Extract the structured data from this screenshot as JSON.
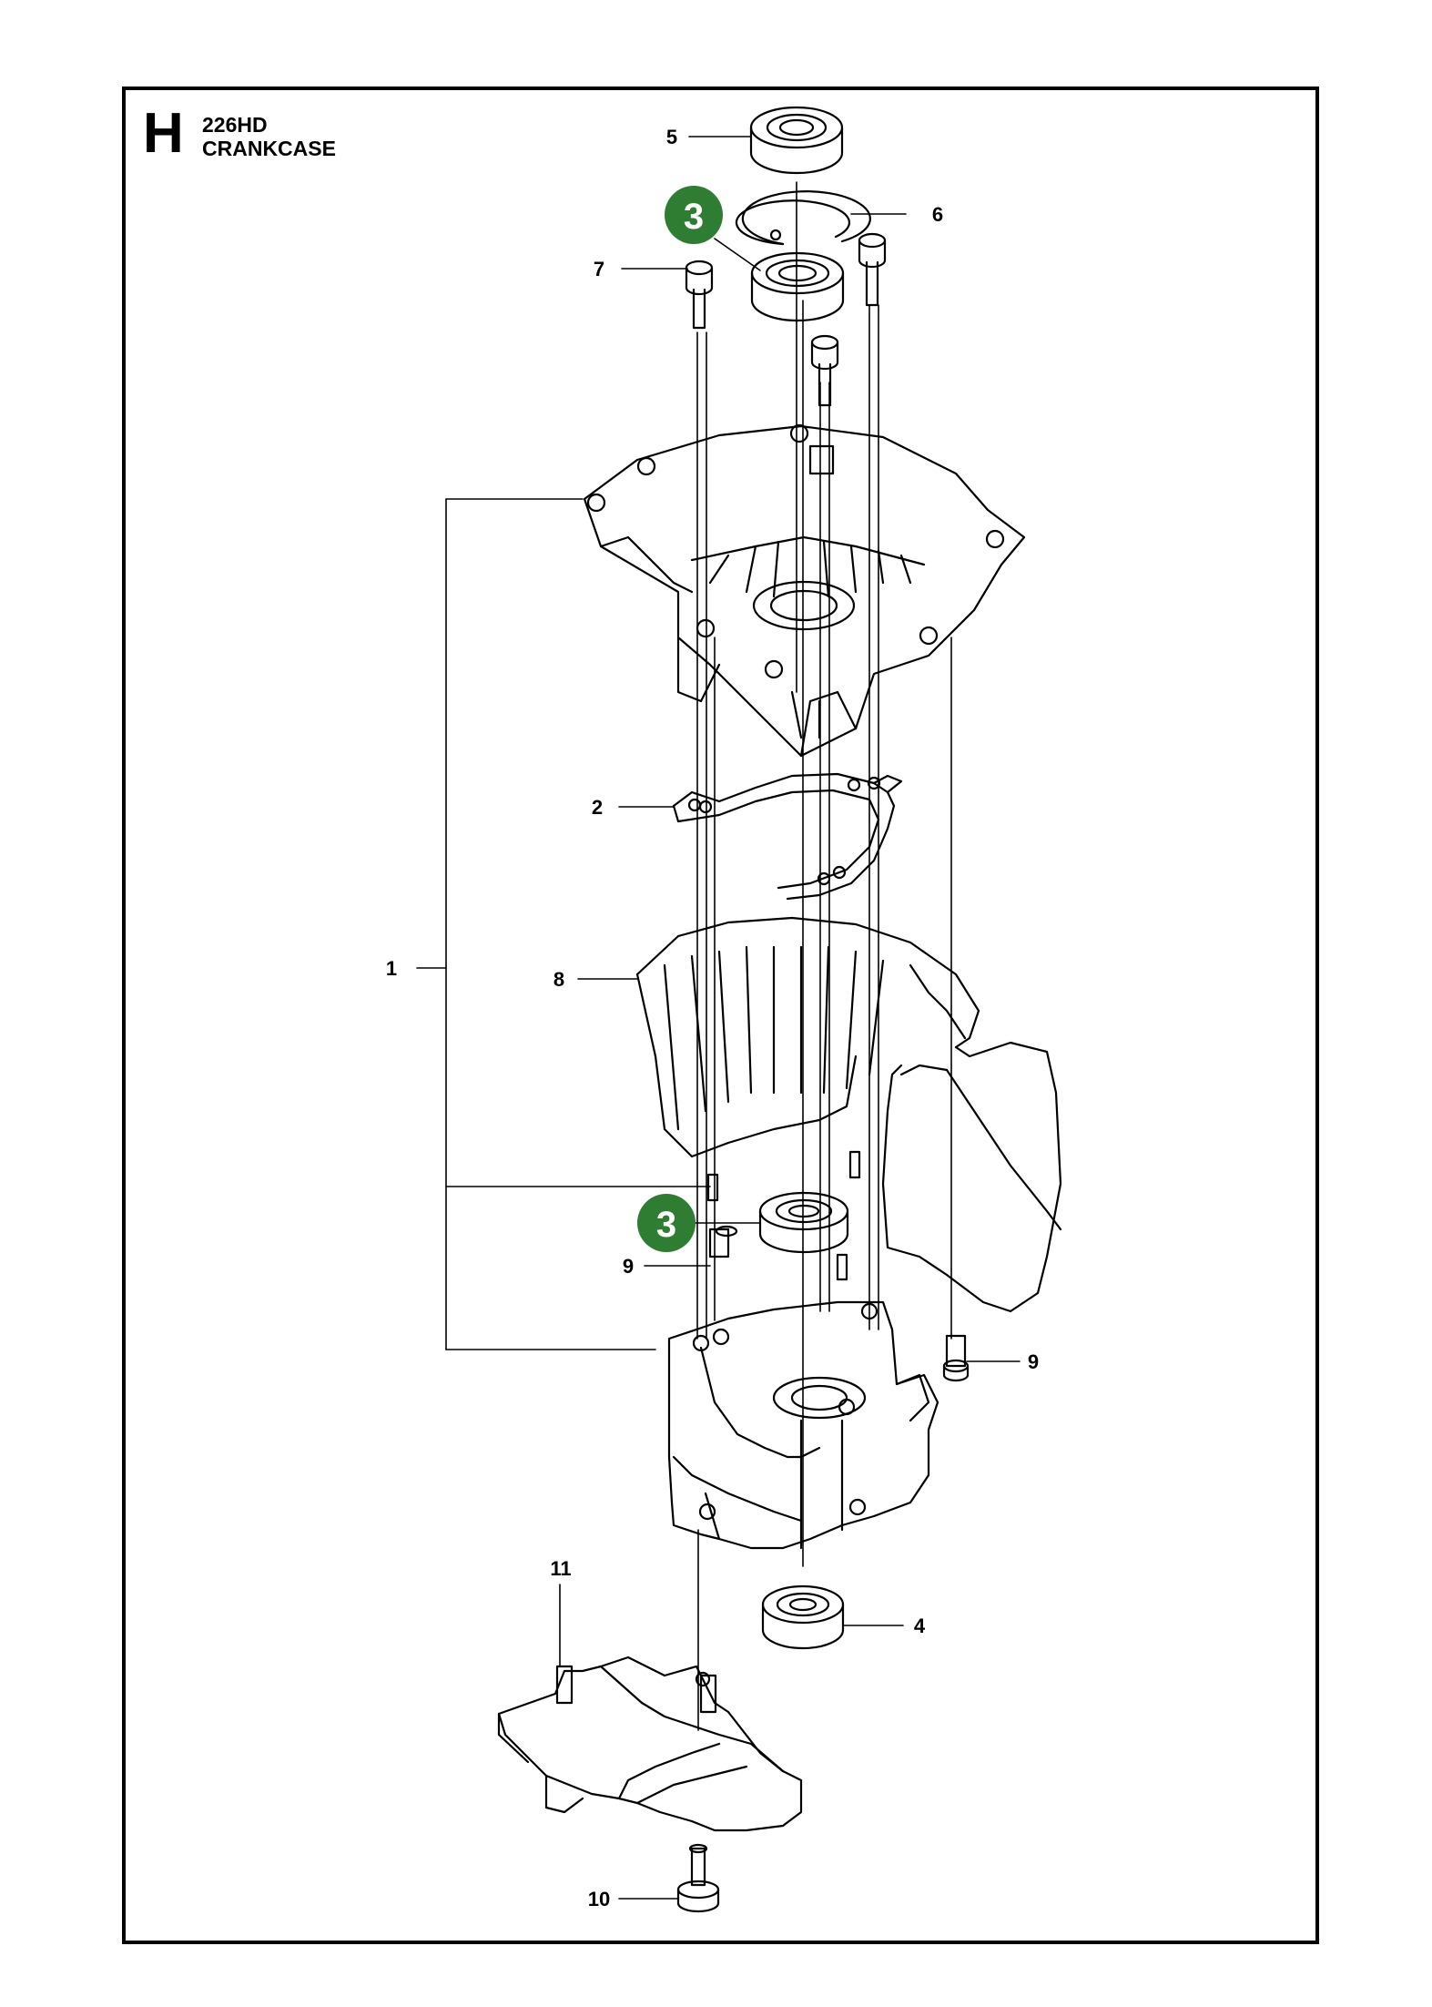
{
  "header": {
    "section_letter": "H",
    "model": "226HD",
    "title": "CRANKCASE"
  },
  "callouts": {
    "c1": "1",
    "c2": "2",
    "c4": "4",
    "c5": "5",
    "c6": "6",
    "c7": "7",
    "c8": "8",
    "c9a": "9",
    "c9b": "9",
    "c10": "10",
    "c11": "11"
  },
  "badges": {
    "top": "3",
    "middle": "3"
  },
  "colors": {
    "badge_fill": "#2e7d32",
    "badge_text": "#ffffff",
    "line": "#000000"
  }
}
